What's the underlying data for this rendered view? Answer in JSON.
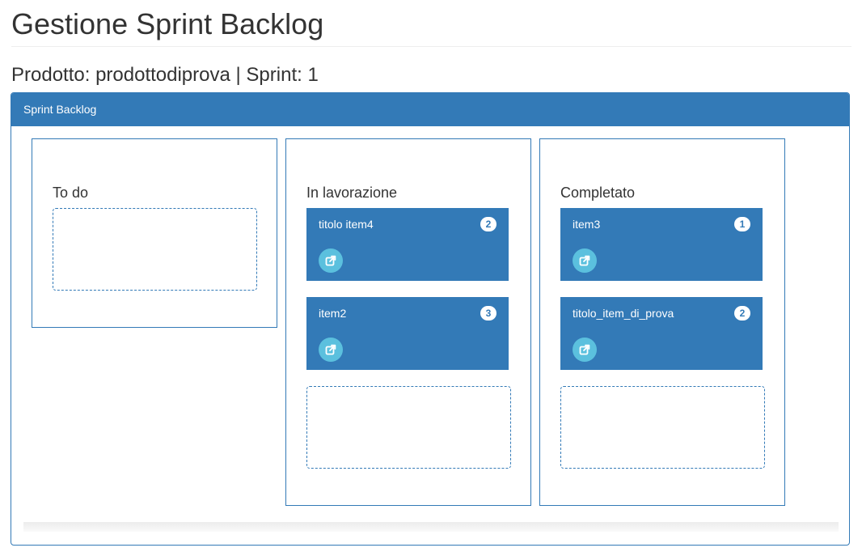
{
  "page": {
    "title": "Gestione Sprint Backlog",
    "subtitle": "Prodotto: prodottodiprova | Sprint: 1"
  },
  "panel": {
    "heading": "Sprint Backlog"
  },
  "columns": [
    {
      "title": "To do",
      "cards": []
    },
    {
      "title": "In lavorazione",
      "cards": [
        {
          "title": "titolo item4",
          "badge": "2",
          "icon": "external-link-icon"
        },
        {
          "title": "item2",
          "badge": "3",
          "icon": "external-link-icon"
        }
      ]
    },
    {
      "title": "Completato",
      "cards": [
        {
          "title": "item3",
          "badge": "1",
          "icon": "external-link-icon"
        },
        {
          "title": "titolo_item_di_prova",
          "badge": "2",
          "icon": "external-link-icon"
        }
      ]
    }
  ],
  "colors": {
    "primary": "#337ab7",
    "info": "#5bc0de",
    "text": "#333333"
  }
}
